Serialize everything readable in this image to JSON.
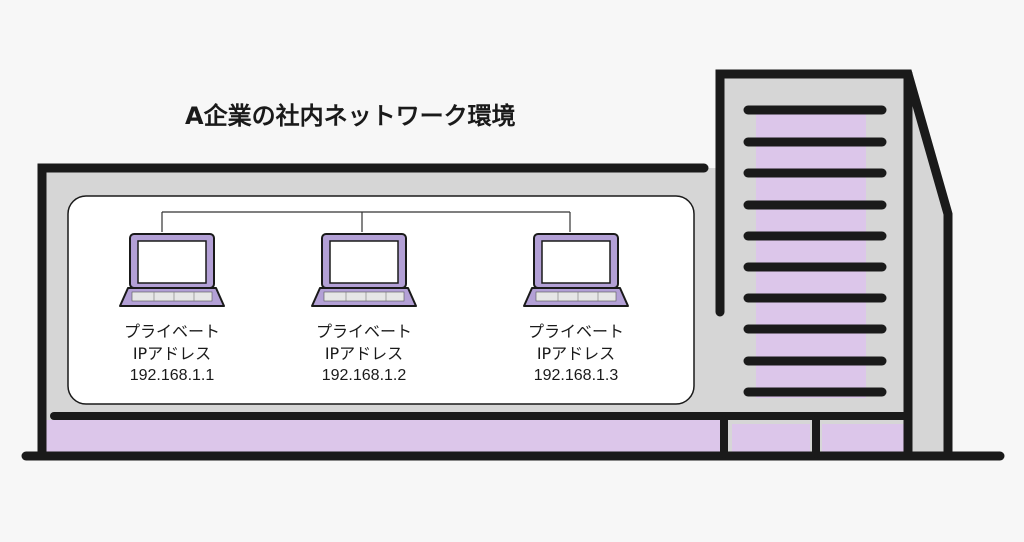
{
  "diagram": {
    "title": "A企業の社内ネットワーク環境",
    "network_label_line1": "プライベート",
    "network_label_line2": "IPアドレス",
    "computers": [
      {
        "ip": "192.168.1.1"
      },
      {
        "ip": "192.168.1.2"
      },
      {
        "ip": "192.168.1.3"
      }
    ],
    "colors": {
      "outline": "#1a1a1a",
      "building_fill": "#d6d6d6",
      "accent_purple": "#dcc6ea",
      "laptop_fill": "#b3a0d6",
      "panel_fill": "#ffffff"
    },
    "icons": [
      "laptop-icon",
      "building-icon",
      "tower-icon"
    ]
  }
}
